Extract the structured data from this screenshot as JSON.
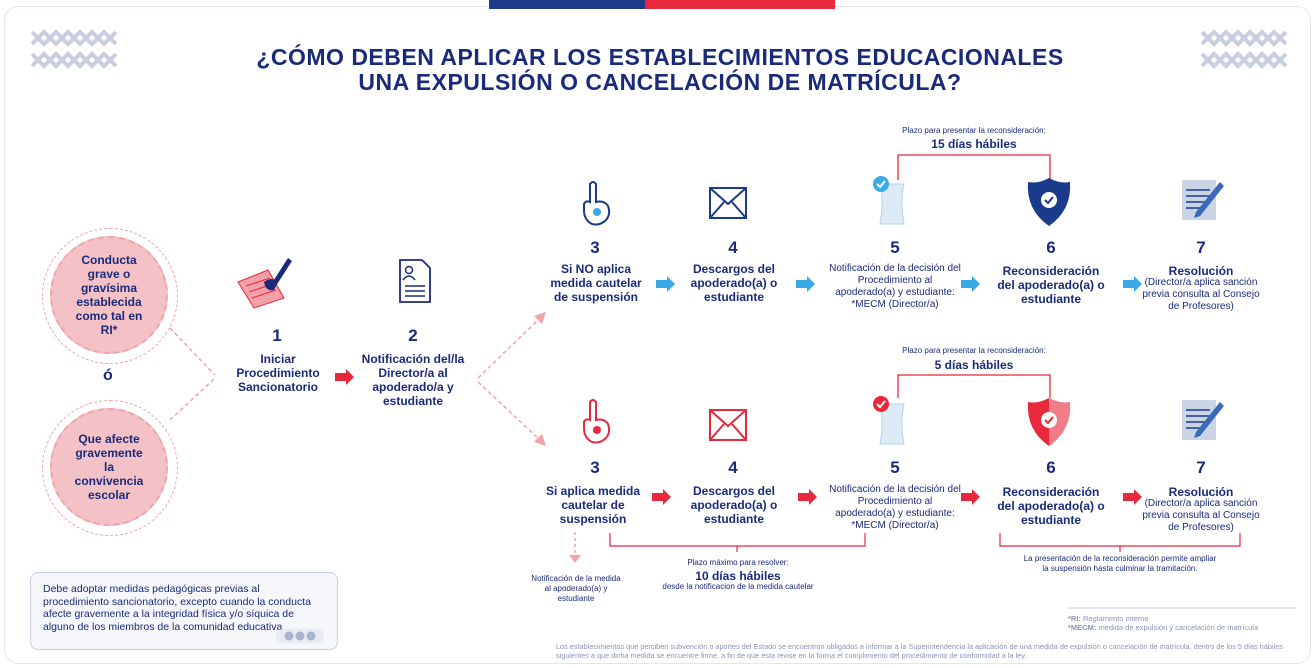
{
  "title": {
    "line1": "¿CÓMO DEBEN APLICAR LOS ESTABLECIMIENTOS EDUCACIONALES",
    "line2": "UNA EXPULSIÓN O CANCELACIÓN DE MATRÍCULA?"
  },
  "conditions": {
    "grave": "Conducta grave o gravísima establecida como tal en RI*",
    "or": "ó",
    "convivencia": "Que afecte gravemente la convivencia escolar"
  },
  "steps_common": [
    {
      "num": "1",
      "label": "Iniciar Procedimiento Sancionatorio"
    },
    {
      "num": "2",
      "label": "Notificación del/la Director/a al apoderado/a y estudiante"
    }
  ],
  "top_row": {
    "plazo_label": "Plazo para presentar la reconsideración:",
    "plazo_value": "15 días hábiles",
    "steps": [
      {
        "num": "3",
        "label": "Si NO aplica medida cautelar de suspensión"
      },
      {
        "num": "4",
        "label": "Descargos del apoderado(a) o estudiante"
      },
      {
        "num": "5",
        "label": "Notificación de la decisión del Procedimiento al apoderado(a) y estudiante: *MECM (Director/a)"
      },
      {
        "num": "6",
        "label": "Reconsideración del apoderado(a) o estudiante"
      },
      {
        "num": "7",
        "label": "Resolución",
        "sub": "(Director/a aplica sanción previa consulta al Consejo de Profesores)"
      }
    ]
  },
  "bottom_row": {
    "plazo_label": "Plazo para presentar la reconsideración:",
    "plazo_value": "5 días hábiles",
    "steps": [
      {
        "num": "3",
        "label": "Si aplica medida cautelar de suspensión"
      },
      {
        "num": "4",
        "label": "Descargos del apoderado(a) o estudiante"
      },
      {
        "num": "5",
        "label": "Notificación de la decisión del Procedimiento al apoderado(a) y estudiante: *MECM (Director/a)"
      },
      {
        "num": "6",
        "label": "Reconsideración del apoderado(a) o estudiante"
      },
      {
        "num": "7",
        "label": "Resolución",
        "sub": "(Director/a aplica sanción previa consulta al Consejo de Profesores)"
      }
    ],
    "notif_medida": "Notificación de la medida al apoderado(a) y estudiante",
    "plazo_max_label": "Plazo máximo para resolver:",
    "plazo_max_value": "10 días hábiles",
    "plazo_max_sub": "desde la notificacion de la medida cautelar",
    "reconsideracion_note": "La presentación de la reconsideración permite ampliar la suspensión hasta culminar la tramitación."
  },
  "note_box": "Debe adoptar medidas pedagógicas previas al procedimiento sancionatorio, excepto cuando la conducta afecte gravemente a la integridad física y/o síquica de alguno de los miembros de la comunidad educativa.",
  "footnotes": {
    "ri_key": "*RI:",
    "ri": "Reglamento interno",
    "mecm_key": "*MECM:",
    "mecm": "medida de expulsión y cancelación de matrícula"
  },
  "footer_text": "Los establecimientos que perciben subvención o aportes del Estado se encuentran obligados a informar a la Superintendencia la aplicación de una medida de expulsión o cancelación de matrícula, dentro de los 5 días hábiles siguientes a que dicha medida se encuentre firme, a fin de que ésta revise en la forma el cumplimiento del procedimiento de conformidad a la ley.",
  "colors": {
    "navy": "#1a2a7a",
    "red": "#e8283b",
    "blue": "#3aa9e8",
    "pink": "#f4c1c6"
  }
}
